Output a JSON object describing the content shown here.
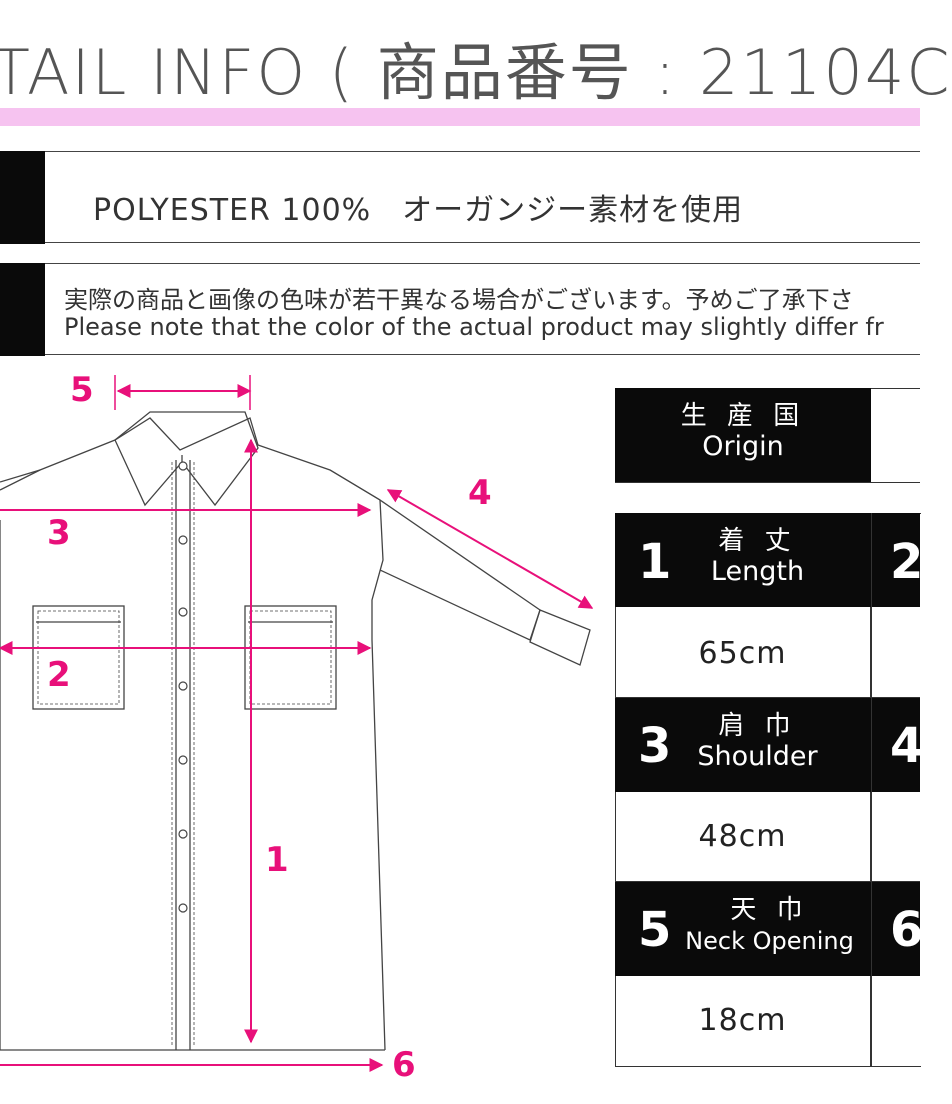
{
  "header": {
    "title": "TAIL INFO ( 商品番号 : 21104C"
  },
  "material": {
    "text": "POLYESTER 100%　オーガンジー素材を使用"
  },
  "notice": {
    "jp": "実際の商品と画像の色味が若干異なる場合がございます。予めご了承下さ",
    "en": "Please note that the color of the actual product may slightly differ fr"
  },
  "origin": {
    "jp": "生 産 国",
    "en": "Origin"
  },
  "sizes": [
    {
      "num": "1",
      "jp": "着 丈",
      "en": "Length",
      "value": "65cm"
    },
    {
      "num": "2",
      "jp": "",
      "en": "",
      "value": ""
    },
    {
      "num": "3",
      "jp": "肩 巾",
      "en": "Shoulder",
      "value": "48cm"
    },
    {
      "num": "4",
      "jp": "",
      "en": "",
      "value": ""
    },
    {
      "num": "5",
      "jp": "天 巾",
      "en": "Neck Opening",
      "value": "18cm"
    },
    {
      "num": "6",
      "jp": "",
      "en": "",
      "value": ""
    }
  ],
  "diagram": {
    "labels": [
      "5",
      "4",
      "3",
      "2",
      "1",
      "6"
    ],
    "arrow_color": "#e8107a",
    "line_color": "#444444"
  },
  "colors": {
    "accent_pink": "#f6c3f0",
    "black": "#0a0a0a"
  }
}
